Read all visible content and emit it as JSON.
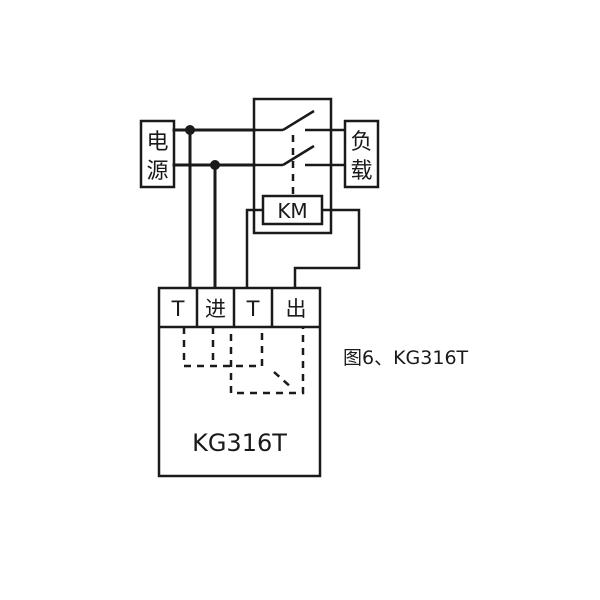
{
  "power_source": {
    "char_1": "电",
    "char_2": "源"
  },
  "load": {
    "char_1": "负",
    "char_2": "载"
  },
  "contactor": {
    "label": "KM"
  },
  "controller": {
    "model": "KG316T",
    "terminals": [
      "T",
      "进",
      "T",
      "出"
    ]
  },
  "caption": "图6、KG316T"
}
